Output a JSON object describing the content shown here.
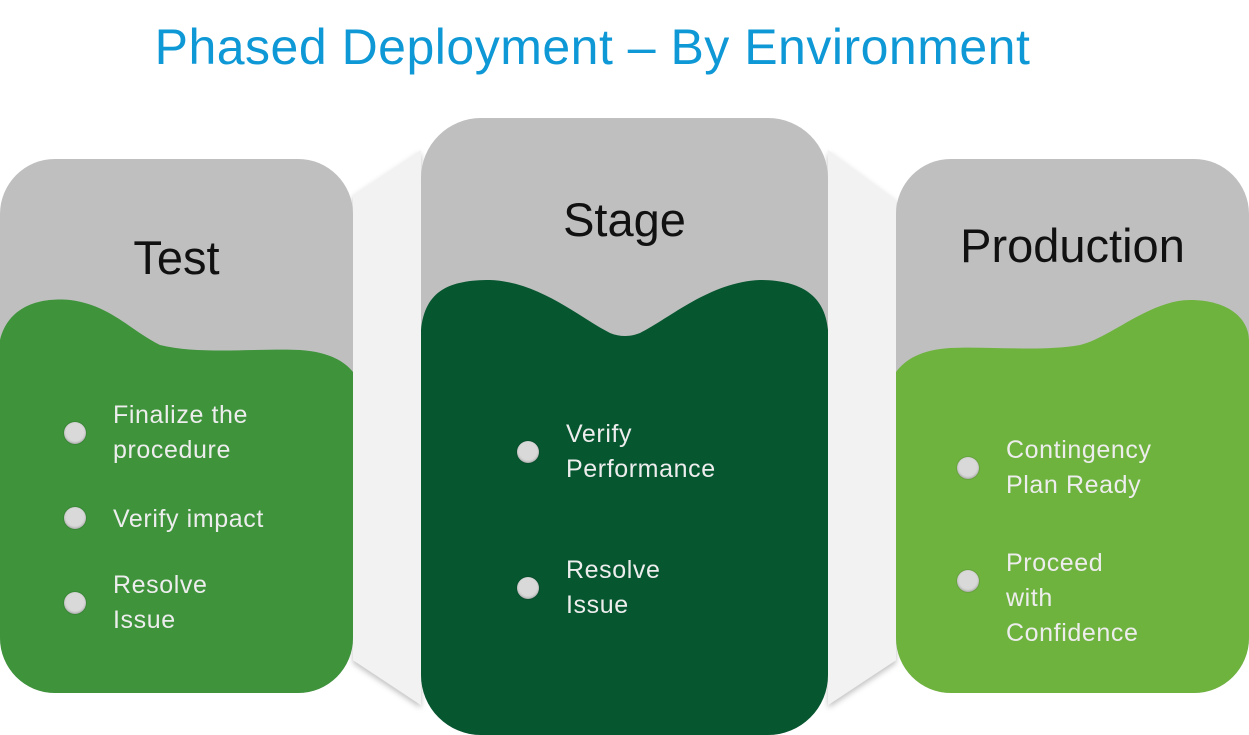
{
  "title": "Phased Deployment – By Environment",
  "colors": {
    "title": "#0e98d6",
    "header_grey": "#bfbfbf",
    "connector": "#f2f2f2",
    "test": "#3e933b",
    "stage": "#065630",
    "production": "#6fb33f",
    "bullet_dot": "#d9d9d9",
    "bullet_text": "#ededed"
  },
  "phases": [
    {
      "name": "Test",
      "items": [
        "Finalize the\nprocedure",
        "Verify impact",
        "Resolve\nIssue"
      ]
    },
    {
      "name": "Stage",
      "items": [
        "Verify\nPerformance",
        "Resolve\nIssue"
      ]
    },
    {
      "name": "Production",
      "items": [
        "Contingency\nPlan Ready",
        "Proceed\nwith\nConfidence"
      ]
    }
  ]
}
